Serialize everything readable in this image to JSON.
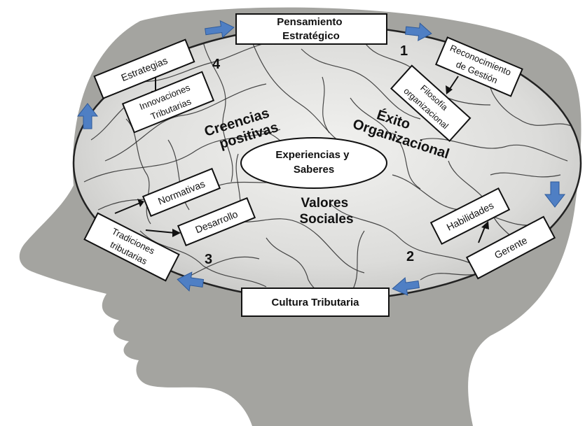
{
  "nodes": {
    "pensamiento": [
      "Pensamiento",
      "Estratégico"
    ],
    "reconocimiento": [
      "Reconocimiento",
      "de Gestión"
    ],
    "filosofia": [
      "Filosofía",
      "organizacional"
    ],
    "estrategias": "Estrategias",
    "innovaciones": [
      "Innovaciones",
      "Tributarias"
    ],
    "habilidades": "Habilidades",
    "gerente": "Gerente",
    "normativas": "Normativas",
    "desarrollo": "Desarrollo",
    "tradiciones": [
      "Tradiciones",
      "tributarias"
    ],
    "cultura": "Cultura Tributaria",
    "experiencias": [
      "Experiencias y",
      "Saberes"
    ]
  },
  "quadrant_numbers": [
    "1",
    "2",
    "3",
    "4"
  ],
  "concepts": {
    "creencias": [
      "Creencias",
      "positivas"
    ],
    "exito": [
      "Éxito",
      "Organizacional"
    ],
    "valores": [
      "Valores",
      "Sociales"
    ]
  },
  "colors": {
    "head": "#a4a4a0",
    "brain": "#e6e6e4",
    "arrow_blue": "#4f7fc4",
    "box_border": "#111111"
  }
}
